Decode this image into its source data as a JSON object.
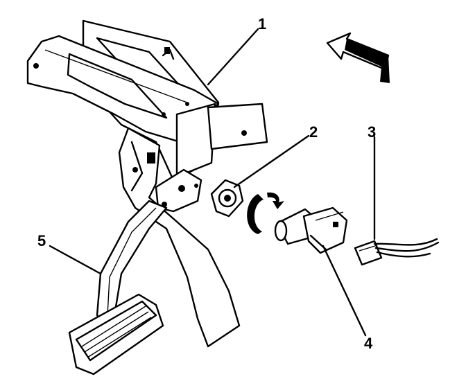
{
  "callouts": [
    {
      "id": "1",
      "label": "1"
    },
    {
      "id": "2",
      "label": "2"
    },
    {
      "id": "3",
      "label": "3"
    },
    {
      "id": "4",
      "label": "4"
    },
    {
      "id": "5",
      "label": "5"
    }
  ],
  "icons": {
    "direction_arrow": "front-direction-arrow-icon",
    "rotation": "rotation-arrow-icon"
  },
  "colors": {
    "line": "#000000",
    "background": "#ffffff"
  }
}
